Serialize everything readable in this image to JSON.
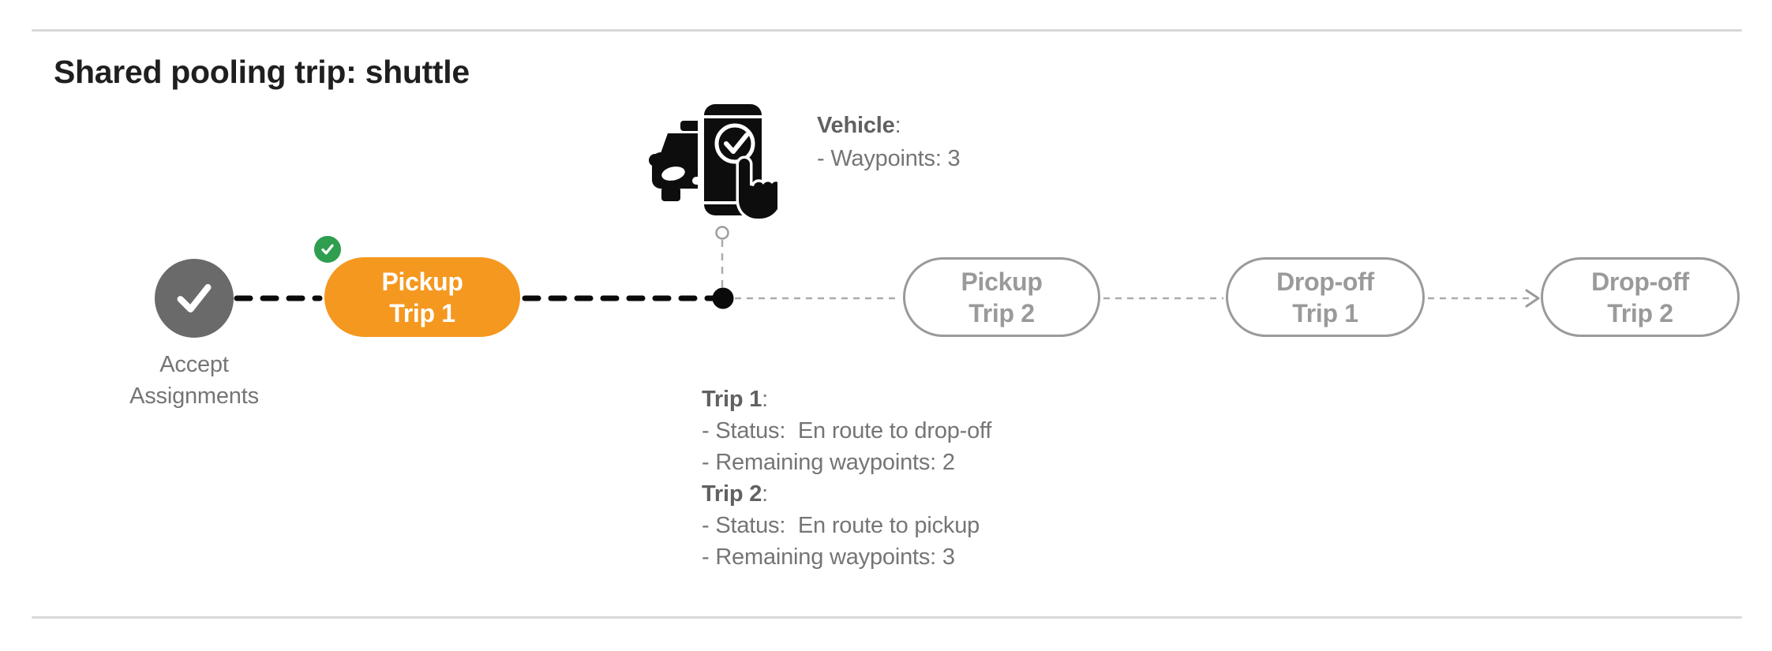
{
  "figure": {
    "title": "Shared pooling trip: shuttle"
  },
  "colors": {
    "title_text": "#1f1f1f",
    "muted_text": "#757575",
    "active_pill_fill": "#f5981f",
    "active_pill_text": "#ffffff",
    "completed_badge_green": "#2f9e4f",
    "start_node_gray": "#6a6a6a",
    "pending_outline_gray": "#9a9a9a",
    "connector_done_black": "#0a0a0a",
    "connector_pending_gray": "#ababab",
    "divider_gray": "#d8d8d8"
  },
  "timeline": {
    "start": {
      "id": "accept-assignments",
      "state": "completed",
      "label_line1": "Accept",
      "label_line2": "Assignments"
    },
    "waypoints": [
      {
        "id": "pickup-trip-1",
        "line1": "Pickup",
        "line2": "Trip 1",
        "state": "current",
        "completed_badge": true
      },
      {
        "id": "pickup-trip-2",
        "line1": "Pickup",
        "line2": "Trip 2",
        "state": "upcoming",
        "completed_badge": false
      },
      {
        "id": "dropoff-trip-1",
        "line1": "Drop-off",
        "line2": "Trip 1",
        "state": "upcoming",
        "completed_badge": false
      },
      {
        "id": "dropoff-trip-2",
        "line1": "Drop-off",
        "line2": "Trip 2",
        "state": "upcoming",
        "completed_badge": false
      }
    ],
    "vehicle_position": "between pickup-trip-1 and pickup-trip-2"
  },
  "vehicle_info": {
    "heading": "Vehicle",
    "heading_suffix": ":",
    "lines": [
      "- Waypoints: 3"
    ]
  },
  "trip_info": {
    "sections": [
      {
        "heading": "Trip 1",
        "heading_suffix": ":",
        "lines": [
          "- Status:  En route to drop-off",
          "- Remaining waypoints: 2"
        ]
      },
      {
        "heading": "Trip 2",
        "heading_suffix": ":",
        "lines": [
          "- Status:  En route to pickup",
          "- Remaining waypoints: 3"
        ]
      }
    ]
  },
  "icons": {
    "start_node": "check-icon",
    "active_badge": "check-icon",
    "vehicle": "car-with-phone-check-icon"
  }
}
